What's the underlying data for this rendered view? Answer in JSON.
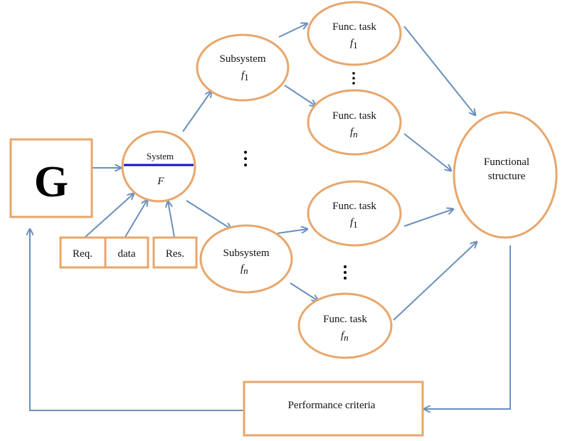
{
  "colors": {
    "node_stroke": "#E8A66B",
    "arrow": "#6A90BC",
    "system_divider": "#1010D0"
  },
  "goal_box": {
    "label": "G"
  },
  "system": {
    "title": "System",
    "symbol": "F"
  },
  "inputs": [
    {
      "label": "Req."
    },
    {
      "label": "data"
    },
    {
      "label": "Res."
    }
  ],
  "subsystems": [
    {
      "title": "Subsystem",
      "symbol": "f",
      "subscript": "1"
    },
    {
      "title": "Subsystem",
      "symbol": "f",
      "subscript": "n"
    }
  ],
  "tasks": [
    {
      "title": "Func. task",
      "symbol": "f",
      "subscript": "1"
    },
    {
      "title": "Func. task",
      "symbol": "f",
      "subscript": "n"
    },
    {
      "title": "Func. task",
      "symbol": "f",
      "subscript": "1"
    },
    {
      "title": "Func. task",
      "symbol": "f",
      "subscript": "n"
    }
  ],
  "functional_structure": {
    "line1": "Functional",
    "line2": "structure"
  },
  "performance": {
    "label": "Performance criteria"
  },
  "ellipsis_glyph": "⋮"
}
